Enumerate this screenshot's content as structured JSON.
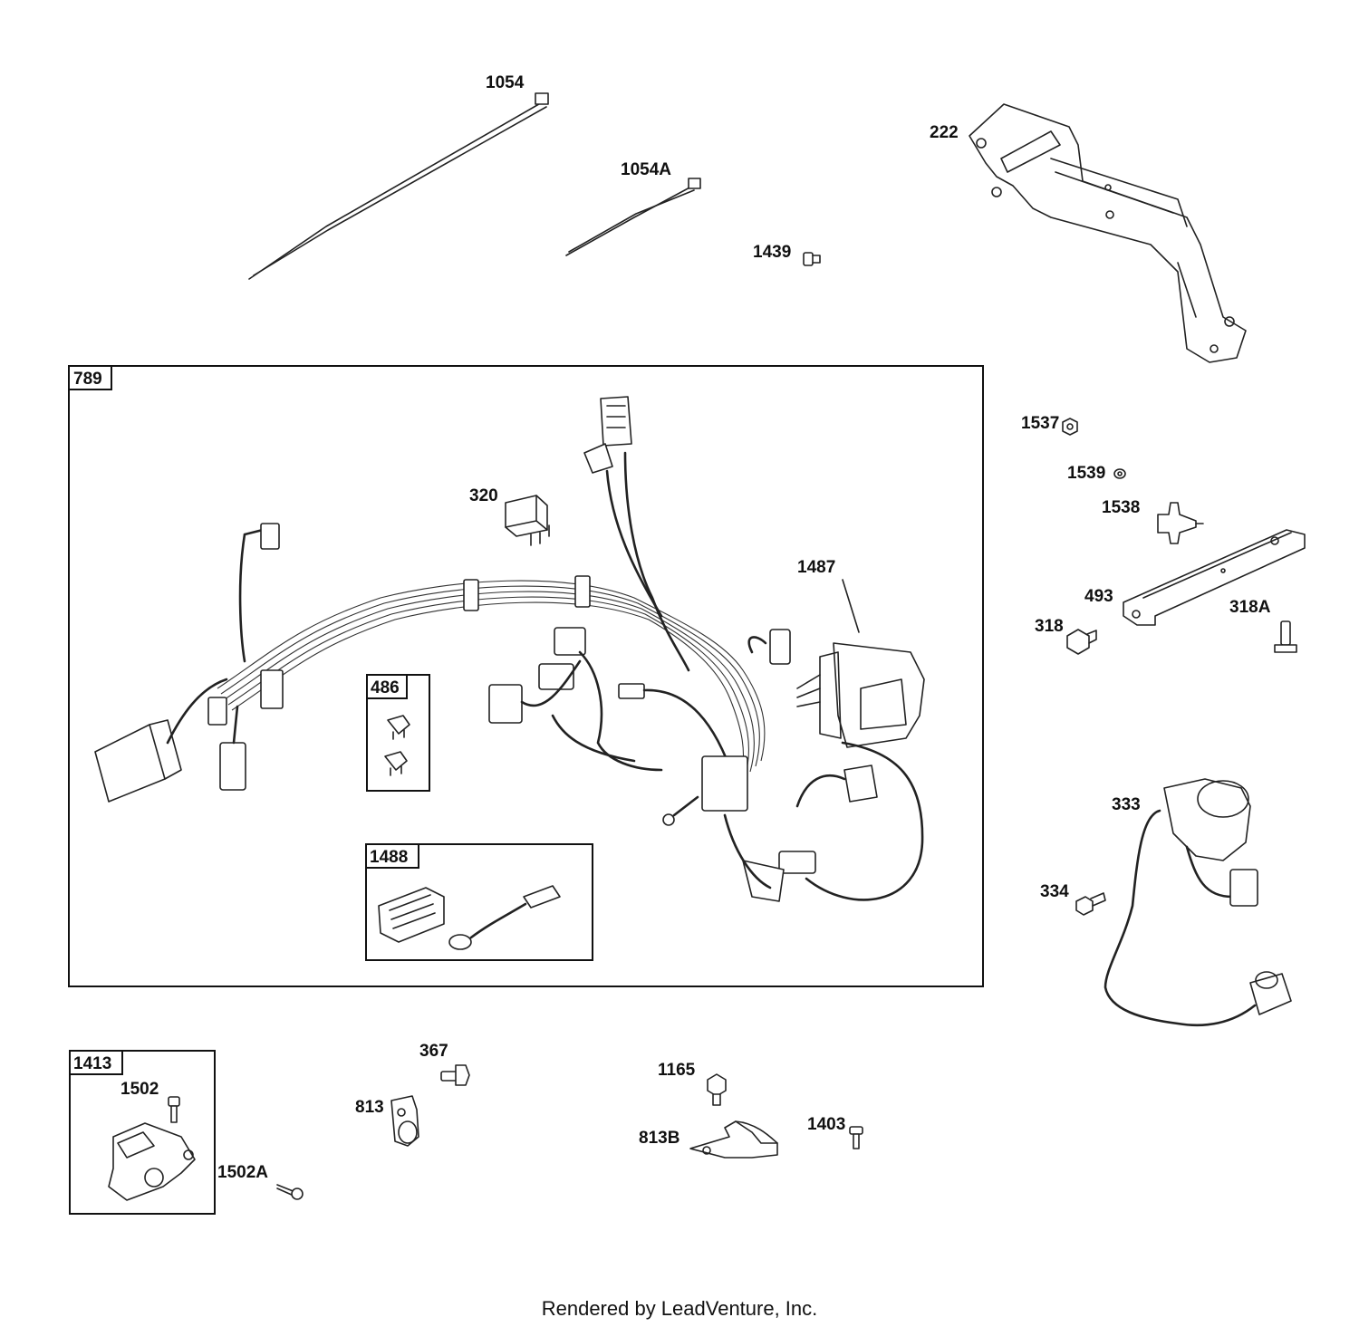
{
  "callouts": {
    "c1054": "1054",
    "c1054a": "1054A",
    "c1439": "1439",
    "c222": "222",
    "c1537": "1537",
    "c1539": "1539",
    "c1538": "1538",
    "c493": "493",
    "c318": "318",
    "c318a": "318A",
    "c320": "320",
    "c1487": "1487",
    "c333": "333",
    "c334": "334",
    "c367": "367",
    "c813": "813",
    "c1165": "1165",
    "c813b": "813B",
    "c1403": "1403",
    "c1502": "1502",
    "c1502a": "1502A"
  },
  "boxes": {
    "b789": "789",
    "b486": "486",
    "b1488": "1488",
    "b1413": "1413"
  },
  "footer": "Rendered by LeadVenture, Inc."
}
